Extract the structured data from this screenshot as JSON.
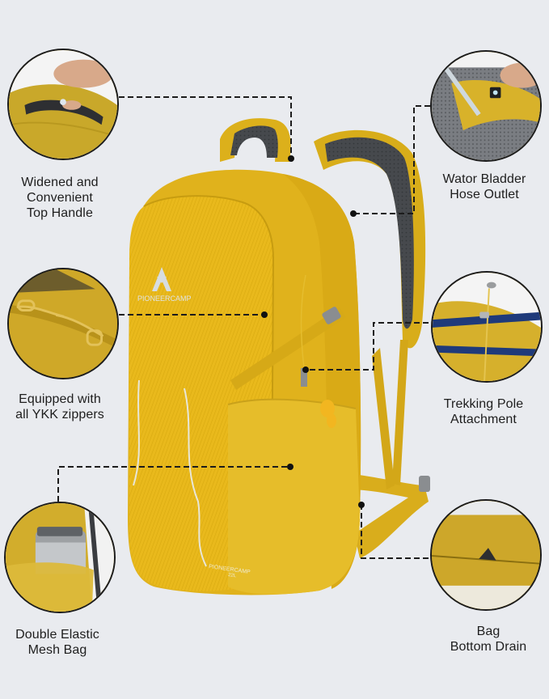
{
  "brand": {
    "logo_text": "PIONEERCAMP",
    "bottom_print": "PIONEERCAMP",
    "bottom_print_sub": "22L"
  },
  "colors": {
    "background": "#e9ebef",
    "bag_yellow": "#e2b51f",
    "bag_yellow_dark": "#c89d14",
    "mesh_gray": "#43464a",
    "buckle_gray": "#8a8d90",
    "pole_blue": "#1f3a7a",
    "line_color": "#1c1c1c"
  },
  "features": [
    {
      "id": "top-handle",
      "side": "left",
      "caption_lines": [
        "Widened and",
        "Convenient",
        "Top Handle"
      ]
    },
    {
      "id": "ykk-zippers",
      "side": "left",
      "caption_lines": [
        "Equipped with",
        "all YKK zippers"
      ]
    },
    {
      "id": "mesh-bag",
      "side": "left",
      "caption_lines": [
        "Double Elastic",
        "Mesh Bag"
      ]
    },
    {
      "id": "hose-outlet",
      "side": "right",
      "caption_lines": [
        "Wator Bladder",
        "Hose Outlet"
      ]
    },
    {
      "id": "trekking-pole",
      "side": "right",
      "caption_lines": [
        "Trekking Pole",
        "Attachment"
      ]
    },
    {
      "id": "bottom-drain",
      "side": "right",
      "caption_lines": [
        "Bag",
        "Bottom Drain"
      ]
    }
  ]
}
